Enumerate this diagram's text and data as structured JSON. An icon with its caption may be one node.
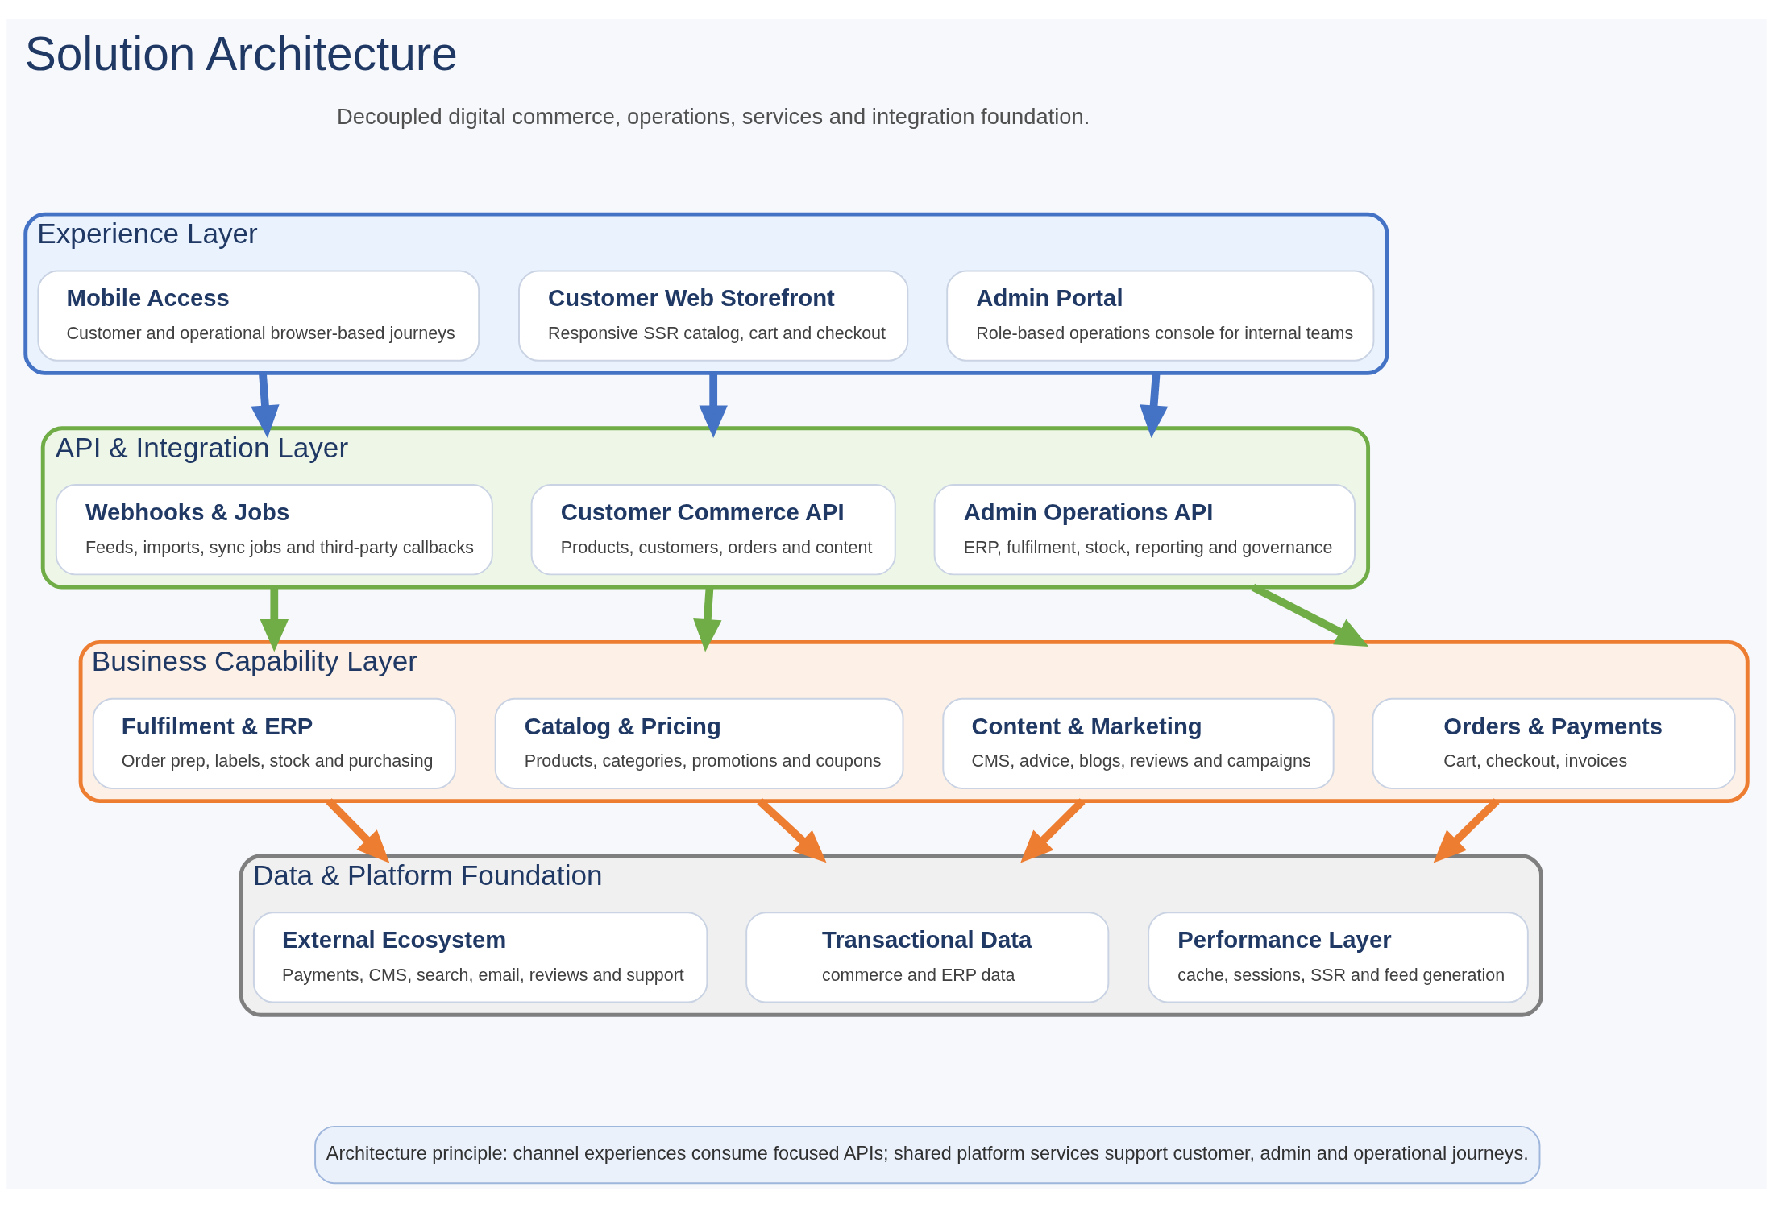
{
  "diagram": {
    "title": "Solution Architecture",
    "caption": "Architecture principle: channel experiences consume focused APIs; shared platform services support customer, admin and operational journeys.",
    "nodes": [
      {
        "text": [
          "Experience Layer"
        ]
      },
      {
        "text": [
          "Customer Web Storefront",
          "Responsive SSR catalog, cart and checkout"
        ],
        "in": 0
      },
      {
        "text": [
          "Admin Portal",
          "Role-based operations console for internal teams"
        ],
        "in": 0
      },
      {
        "text": [
          "Mobile Access",
          "Customer and operational browser-based journeys"
        ],
        "in": 0
      },
      {
        "text": [
          "API & Integration Layer"
        ]
      },
      {
        "text": [
          "Customer Commerce API",
          "Products, customers, orders and content"
        ],
        "in": 4
      },
      {
        "text": [
          "Admin Operations API",
          "ERP, fulfilment, stock, reporting and governance"
        ],
        "in": 4
      },
      {
        "text": [
          "Webhooks & Jobs",
          "Feeds, imports, sync jobs and third-party callbacks"
        ],
        "in": 4
      },
      {
        "text": [
          "Business Capability Layer"
        ]
      },
      {
        "text": [
          "Catalog & Pricing",
          "Products, categories, promotions and coupons"
        ],
        "in": 8
      },
      {
        "text": [
          "Orders & Payments",
          "Cart, checkout, invoices"
        ],
        "in": 8
      },
      {
        "text": [
          "Fulfilment & ERP",
          "Order prep, labels, stock and purchasing"
        ],
        "in": 8
      },
      {
        "text": [
          "Content & Marketing",
          "CMS, advice, blogs, reviews and campaigns"
        ],
        "in": 8
      },
      {
        "text": [
          "Data & Platform Foundation"
        ]
      },
      {
        "text": [
          "Transactional Data",
          "commerce and ERP data"
        ],
        "in": 13
      },
      {
        "text": [
          "Performance Layer",
          "cache, sessions, SSR and feed generation"
        ],
        "in": 13
      },
      {
        "text": [
          "External Ecosystem",
          "Payments, CMS, search, email, reviews and support"
        ],
        "in": 13
      }
    ],
    "edges": [
      {
        "from": 0,
        "to": 4,
        "arrow": "to",
        "color": "#4472c4"
      },
      {
        "from": 0,
        "to": 4,
        "arrow": "to",
        "color": "#4472c4"
      },
      {
        "from": 0,
        "to": 4,
        "arrow": "to",
        "color": "#4472c4"
      },
      {
        "from": 4,
        "to": 8,
        "arrow": "to",
        "color": "#70ad47"
      },
      {
        "from": 4,
        "to": 8,
        "arrow": "to",
        "color": "#70ad47"
      },
      {
        "from": 4,
        "to": 8,
        "arrow": "to",
        "color": "#70ad47"
      },
      {
        "from": 8,
        "to": 13,
        "arrow": "to",
        "color": "#ed7d31"
      },
      {
        "from": 8,
        "to": 13,
        "arrow": "to",
        "color": "#ed7d31"
      },
      {
        "from": 8,
        "to": 13,
        "arrow": "to",
        "color": "#ed7d31"
      },
      {
        "from": 8,
        "to": 13,
        "arrow": "to",
        "color": "#ed7d31"
      }
    ],
    "labels": [
      "Decoupled digital commerce, operations, services and integration foundation."
    ]
  }
}
